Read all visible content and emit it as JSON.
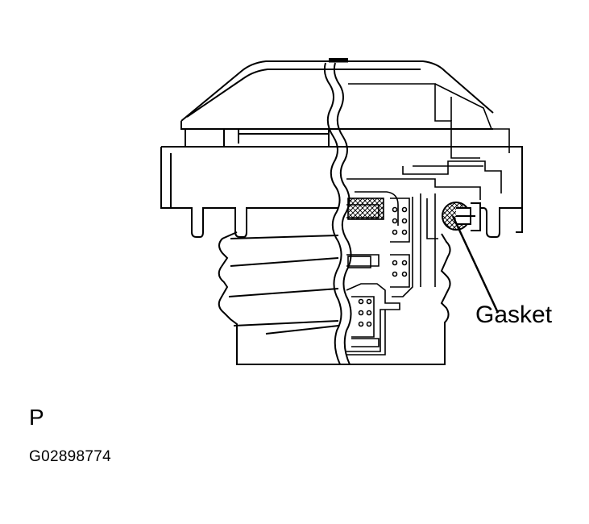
{
  "diagram": {
    "callouts": [
      {
        "id": "gasket",
        "label": "Gasket"
      }
    ],
    "view_letter": "P",
    "figure_code": "G02898774"
  },
  "colors": {
    "line": "#000000",
    "background": "#ffffff"
  }
}
